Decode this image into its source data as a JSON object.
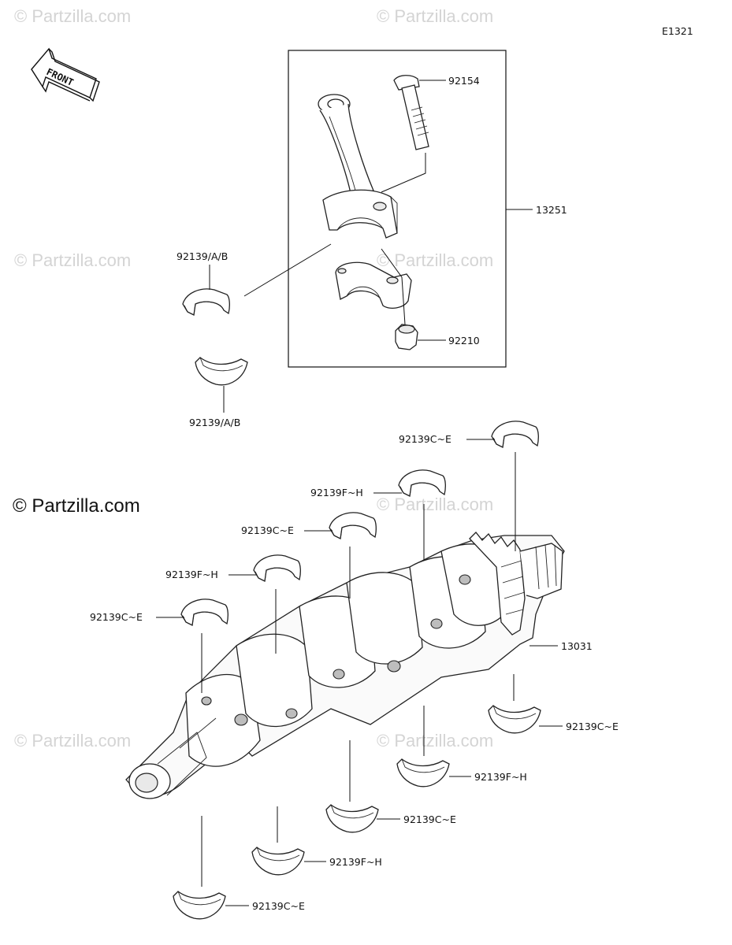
{
  "diagram_code": "E1321",
  "front_arrow_label": "FRONT",
  "watermarks": {
    "corner": "© Partzilla.com",
    "main": "© Partzilla.com"
  },
  "parts": {
    "bolt": "92154",
    "conrod_assembly": "13251",
    "nut": "92210",
    "conrod_bearing_upper": "92139/A/B",
    "conrod_bearing_lower": "92139/A/B",
    "crankshaft": "13031",
    "main_bearing_1": "92139C~E",
    "main_bearing_2": "92139F~H",
    "main_bearing_3": "92139C~E",
    "main_bearing_4": "92139F~H",
    "main_bearing_5": "92139C~E",
    "main_bearing_6": "92139C~E",
    "main_bearing_7": "92139F~H",
    "main_bearing_8": "92139C~E",
    "main_bearing_9": "92139F~H",
    "main_bearing_10": "92139C~E"
  }
}
